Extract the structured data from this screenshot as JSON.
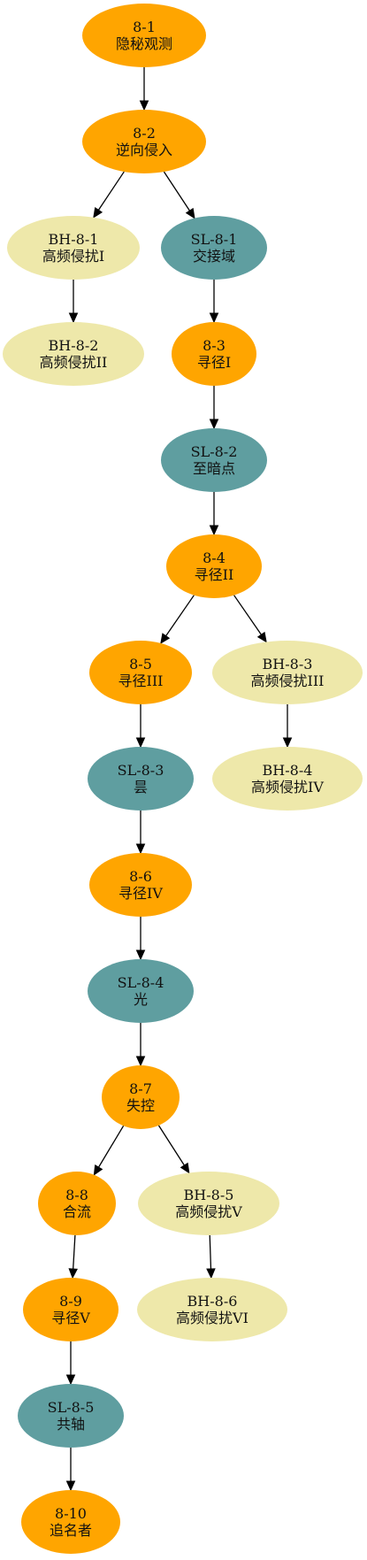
{
  "colors": {
    "main": "#FFA500",
    "sl": "#5F9EA0",
    "bh": "#EEE8AA",
    "edge": "#000000",
    "text": "#111111"
  },
  "nodes": [
    {
      "key": "n8_1",
      "id": "8-1",
      "title": "隐秘观测",
      "kind": "main"
    },
    {
      "key": "n8_2",
      "id": "8-2",
      "title": "逆向侵入",
      "kind": "main"
    },
    {
      "key": "bh8_1",
      "id": "BH-8-1",
      "title": "高频侵扰I",
      "kind": "bh"
    },
    {
      "key": "sl8_1",
      "id": "SL-8-1",
      "title": "交接域",
      "kind": "sl"
    },
    {
      "key": "bh8_2",
      "id": "BH-8-2",
      "title": "高频侵扰II",
      "kind": "bh"
    },
    {
      "key": "n8_3",
      "id": "8-3",
      "title": "寻径I",
      "kind": "main"
    },
    {
      "key": "sl8_2",
      "id": "SL-8-2",
      "title": "至暗点",
      "kind": "sl"
    },
    {
      "key": "n8_4",
      "id": "8-4",
      "title": "寻径II",
      "kind": "main"
    },
    {
      "key": "n8_5",
      "id": "8-5",
      "title": "寻径III",
      "kind": "main"
    },
    {
      "key": "bh8_3",
      "id": "BH-8-3",
      "title": "高频侵扰III",
      "kind": "bh"
    },
    {
      "key": "sl8_3",
      "id": "SL-8-3",
      "title": "昙",
      "kind": "sl"
    },
    {
      "key": "bh8_4",
      "id": "BH-8-4",
      "title": "高频侵扰IV",
      "kind": "bh"
    },
    {
      "key": "n8_6",
      "id": "8-6",
      "title": "寻径IV",
      "kind": "main"
    },
    {
      "key": "sl8_4",
      "id": "SL-8-4",
      "title": "光",
      "kind": "sl"
    },
    {
      "key": "n8_7",
      "id": "8-7",
      "title": "失控",
      "kind": "main"
    },
    {
      "key": "n8_8",
      "id": "8-8",
      "title": "合流",
      "kind": "main"
    },
    {
      "key": "bh8_5",
      "id": "BH-8-5",
      "title": "高频侵扰V",
      "kind": "bh"
    },
    {
      "key": "n8_9",
      "id": "8-9",
      "title": "寻径V",
      "kind": "main"
    },
    {
      "key": "bh8_6",
      "id": "BH-8-6",
      "title": "高频侵扰VI",
      "kind": "bh"
    },
    {
      "key": "sl8_5",
      "id": "SL-8-5",
      "title": "共轴",
      "kind": "sl"
    },
    {
      "key": "n8_10",
      "id": "8-10",
      "title": "追名者",
      "kind": "main"
    }
  ],
  "edges": [
    [
      "n8_1",
      "n8_2"
    ],
    [
      "n8_2",
      "bh8_1"
    ],
    [
      "n8_2",
      "sl8_1"
    ],
    [
      "bh8_1",
      "bh8_2"
    ],
    [
      "sl8_1",
      "n8_3"
    ],
    [
      "n8_3",
      "sl8_2"
    ],
    [
      "sl8_2",
      "n8_4"
    ],
    [
      "n8_4",
      "n8_5"
    ],
    [
      "n8_4",
      "bh8_3"
    ],
    [
      "n8_5",
      "sl8_3"
    ],
    [
      "bh8_3",
      "bh8_4"
    ],
    [
      "sl8_3",
      "n8_6"
    ],
    [
      "n8_6",
      "sl8_4"
    ],
    [
      "sl8_4",
      "n8_7"
    ],
    [
      "n8_7",
      "n8_8"
    ],
    [
      "n8_7",
      "bh8_5"
    ],
    [
      "n8_8",
      "n8_9"
    ],
    [
      "bh8_5",
      "bh8_6"
    ],
    [
      "n8_9",
      "sl8_5"
    ],
    [
      "sl8_5",
      "n8_10"
    ]
  ]
}
